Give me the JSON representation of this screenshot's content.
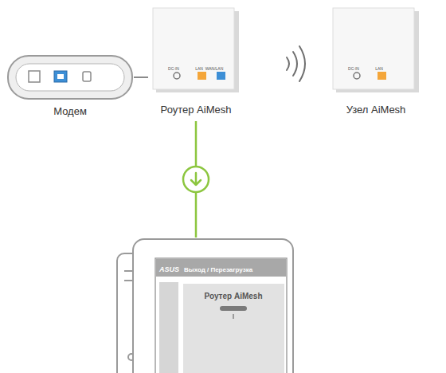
{
  "diagram": {
    "nodes": [
      {
        "text": [
          "Модем"
        ]
      },
      {
        "text": [
          "Роутер AiMesh"
        ]
      },
      {
        "text": [
          "Узел AiMesh"
        ]
      },
      {
        "text": [
          "ASUS",
          "Выход / Перезагрузка"
        ]
      },
      {
        "text": [
          "Роутер AiMesh"
        ],
        "in": 3
      }
    ],
    "edges": [
      {
        "from": 0,
        "to": 1,
        "arrow": "none"
      },
      {
        "from": 1,
        "to": 3,
        "arrow": "to"
      }
    ],
    "labels": [
      "DC-IN",
      "LAN",
      "WAN/LAN",
      "DC-IN",
      "LAN"
    ]
  }
}
